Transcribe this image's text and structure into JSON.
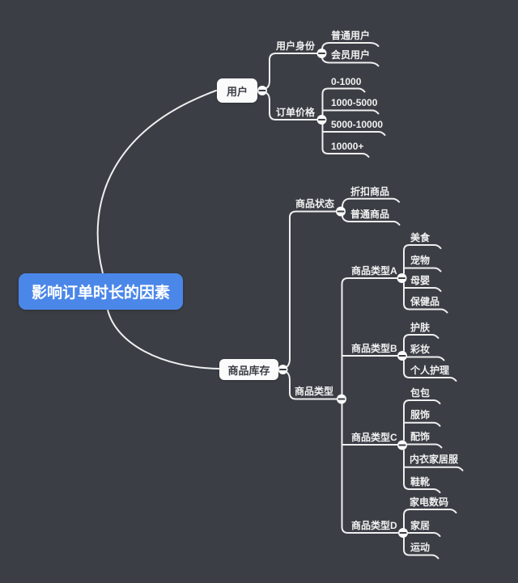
{
  "app": "mind-map",
  "colors": {
    "background": "#3b3e45",
    "root_fill": "#4b87e8",
    "root_text": "#ffffff",
    "node_fill": "#fbfbfb",
    "node_text": "#3b3e44",
    "wire": "#efefef",
    "label_text": "#f1f1f1"
  },
  "collapse_button": {
    "icon": "minus-icon",
    "glyph": "−"
  },
  "root": {
    "label": "影响订单时长的因素"
  },
  "branches": [
    {
      "label": "用户",
      "children": [
        {
          "label": "用户身份",
          "children": [
            {
              "label": "普通用户"
            },
            {
              "label": "会员用户"
            }
          ]
        },
        {
          "label": "订单价格",
          "children": [
            {
              "label": "0-1000"
            },
            {
              "label": "1000-5000"
            },
            {
              "label": "5000-10000"
            },
            {
              "label": "10000+"
            }
          ]
        }
      ]
    },
    {
      "label": "商品库存",
      "children": [
        {
          "label": "商品状态",
          "children": [
            {
              "label": "折扣商品"
            },
            {
              "label": "普通商品"
            }
          ]
        },
        {
          "label": "商品类型",
          "children": [
            {
              "label": "商品类型A",
              "children": [
                {
                  "label": "美食"
                },
                {
                  "label": "宠物"
                },
                {
                  "label": "母婴"
                },
                {
                  "label": "保健品"
                }
              ]
            },
            {
              "label": "商品类型B",
              "children": [
                {
                  "label": "护肤"
                },
                {
                  "label": "彩妆"
                },
                {
                  "label": "个人护理"
                }
              ]
            },
            {
              "label": "商品类型C",
              "children": [
                {
                  "label": "包包"
                },
                {
                  "label": "服饰"
                },
                {
                  "label": "配饰"
                },
                {
                  "label": "内衣家居服"
                },
                {
                  "label": "鞋靴"
                }
              ]
            },
            {
              "label": "商品类型D",
              "children": [
                {
                  "label": "家电数码"
                },
                {
                  "label": "家居"
                },
                {
                  "label": "运动"
                }
              ]
            }
          ]
        }
      ]
    }
  ]
}
